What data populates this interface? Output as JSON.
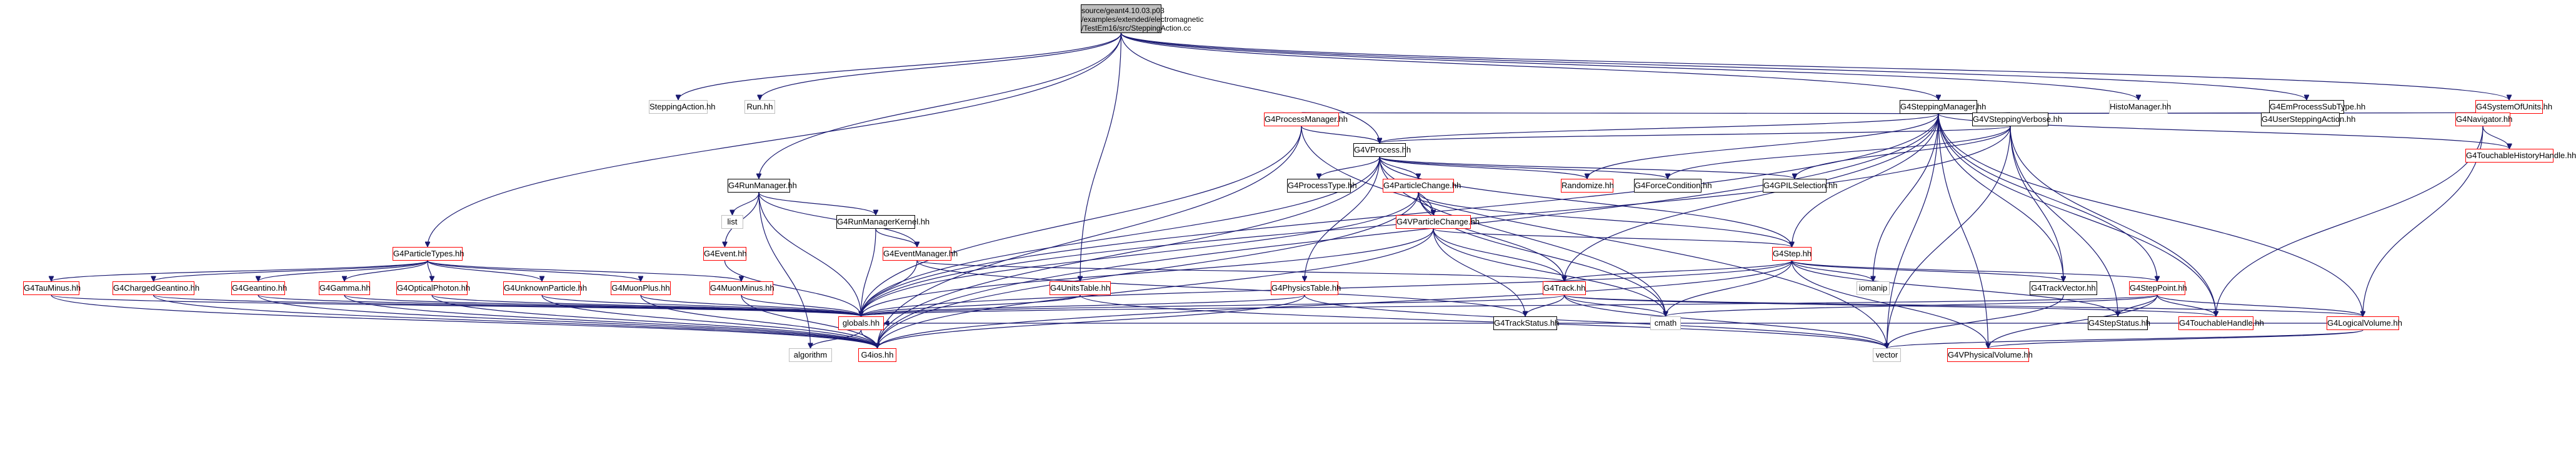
{
  "root_lines": [
    "source/geant4.10.03.p03",
    "/examples/extended/electromagnetic",
    "/TestEm16/src/SteppingAction.cc"
  ],
  "nodes": {
    "root": "",
    "steppingaction": "SteppingAction.hh",
    "run": "Run.hh",
    "g4steppingmanager": "G4SteppingManager.hh",
    "histomanager": "HistoManager.hh",
    "g4emprocesssubtype": "G4EmProcessSubType.hh",
    "g4systemofunits": "G4SystemOfUnits.hh",
    "g4processmanager": "G4ProcessManager.hh",
    "g4vsteppingverbose": "G4VSteppingVerbose.hh",
    "g4usersteppingaction": "G4UserSteppingAction.hh",
    "g4navigator": "G4Navigator.hh",
    "g4touchablehistoryhandle": "G4TouchableHistoryHandle.hh",
    "g4vprocess": "G4VProcess.hh",
    "g4runmanager": "G4RunManager.hh",
    "g4processtype": "G4ProcessType.hh",
    "g4particlechange": "G4ParticleChange.hh",
    "randomize": "Randomize.hh",
    "g4forcecondition": "G4ForceCondition.hh",
    "g4gpilselection": "G4GPILSelection.hh",
    "list": "list",
    "g4runmanagerkernel": "G4RunManagerKernel.hh",
    "g4vparticlechange": "G4VParticleChange.hh",
    "g4particletypes": "G4ParticleTypes.hh",
    "g4event": "G4Event.hh",
    "g4eventmanager": "G4EventManager.hh",
    "g4step": "G4Step.hh",
    "g4taaminus": "G4TauMinus.hh",
    "g4chargedgeantino": "G4ChargedGeantino.hh",
    "g4geantino": "G4Geantino.hh",
    "g4gamma": "G4Gamma.hh",
    "g4opticalphoton": "G4OpticalPhoton.hh",
    "g4unknownparticle": "G4UnknownParticle.hh",
    "g4muonplus": "G4MuonPlus.hh",
    "g4muonminus": "G4MuonMinus.hh",
    "g4unitstable": "G4UnitsTable.hh",
    "g4physicstable": "G4PhysicsTable.hh",
    "g4track": "G4Track.hh",
    "iomanip": "iomanip",
    "g4trackvector": "G4TrackVector.hh",
    "g4steppoint": "G4StepPoint.hh",
    "globals": "globals.hh",
    "g4trackstatus": "G4TrackStatus.hh",
    "cmath": "cmath",
    "g4stepstatus": "G4StepStatus.hh",
    "g4touchablehandle": "G4TouchableHandle.hh",
    "g4logicalvolume": "G4LogicalVolume.hh",
    "algorithm": "algorithm",
    "g4ios": "G4ios.hh",
    "vector": "vector",
    "g4vphysicalvolume": "G4VPhysicalVolume.hh"
  },
  "colors": {
    "edge": "#191970",
    "border_documented": "#000000",
    "border_undocumented": "#ff0000",
    "border_external": "#bfbfbf",
    "root_fill": "#bfbfbf"
  }
}
